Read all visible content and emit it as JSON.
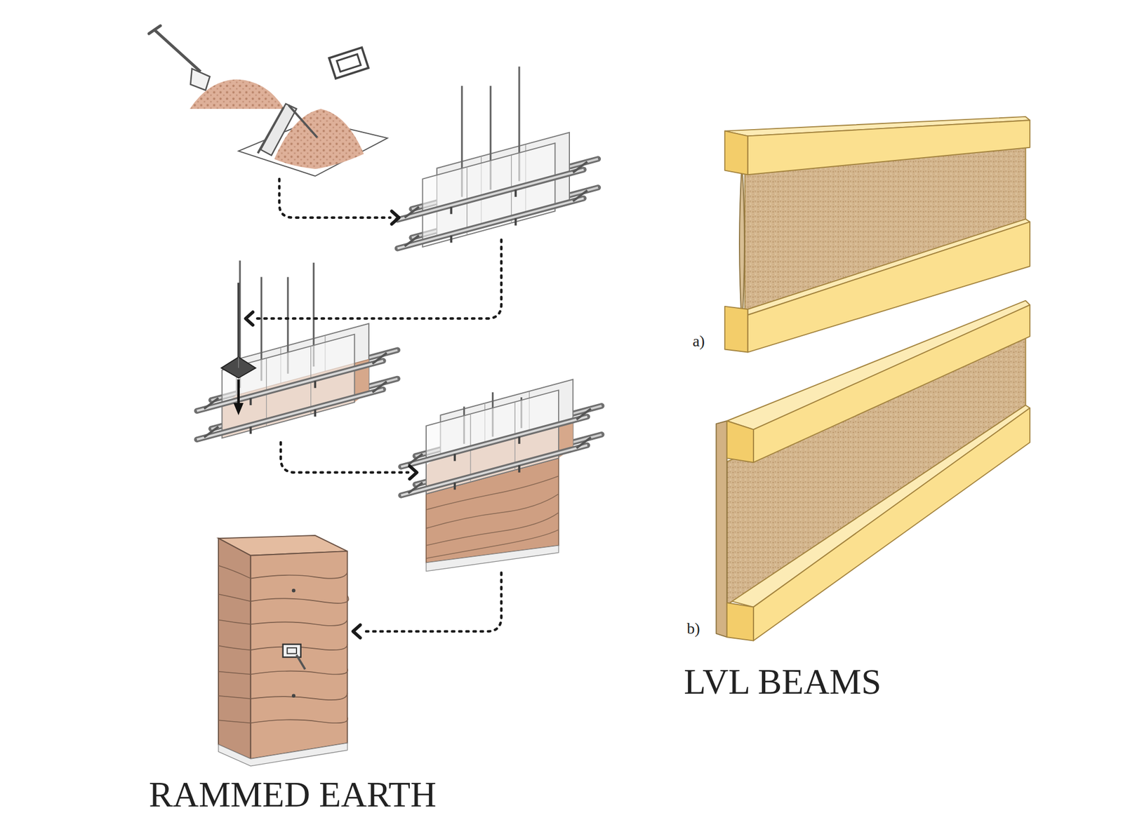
{
  "diagram": {
    "labels": [
      "a)",
      "b)",
      "LVL BEAMS",
      "RAMMED EARTH"
    ]
  }
}
